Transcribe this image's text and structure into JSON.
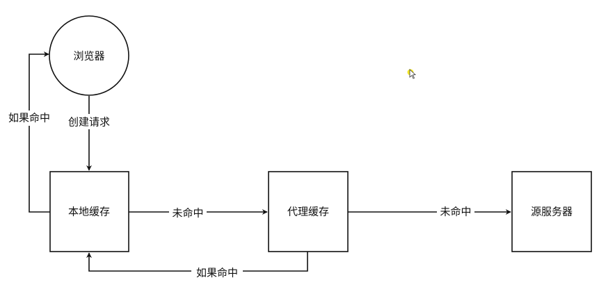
{
  "nodes": {
    "browser": "浏览器",
    "local_cache": "本地缓存",
    "proxy_cache": "代理缓存",
    "origin_server": "源服务器"
  },
  "edges": {
    "create_request": "创建请求",
    "local_hit_to_browser": "如果命中",
    "local_miss_to_proxy": "未命中",
    "proxy_miss_to_origin": "未命中",
    "proxy_hit_to_local": "如果命中"
  },
  "colors": {
    "stroke": "#111111",
    "background": "#ffffff",
    "cursor_highlight": "#f2e300"
  }
}
